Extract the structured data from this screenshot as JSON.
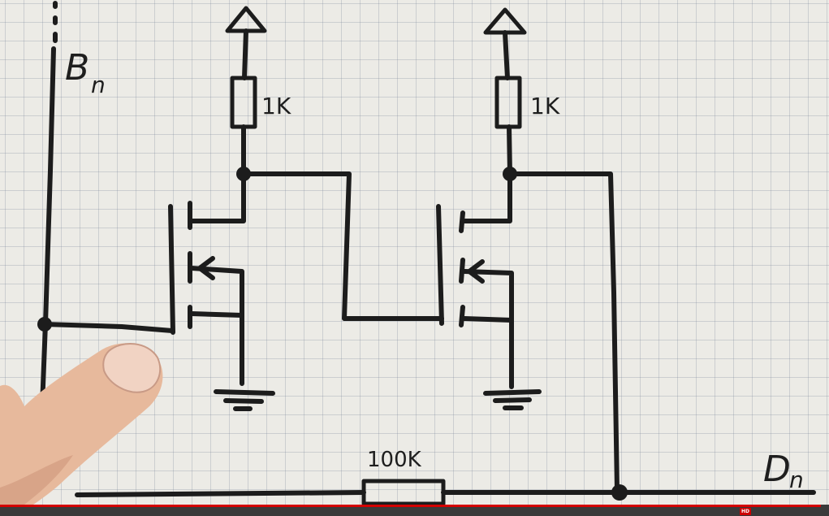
{
  "labels": {
    "input_node": "B",
    "input_sub": "n",
    "output_node": "D",
    "output_sub": "n",
    "pullup_left": "1K",
    "pullup_right": "1K",
    "feedback_resistor": "100K"
  },
  "icons": {
    "supply_left": "vcc-arrow-icon",
    "supply_right": "vcc-arrow-icon",
    "ground_left": "ground-icon",
    "ground_right": "ground-icon",
    "hd_badge": "hd-icon"
  },
  "player": {
    "hd_label": "HD",
    "progress_fraction": 0.99
  },
  "colors": {
    "ink": "#1c1c1c",
    "grid": "#c8ccd4",
    "paper": "#ecebe6",
    "progress": "#d40000"
  }
}
